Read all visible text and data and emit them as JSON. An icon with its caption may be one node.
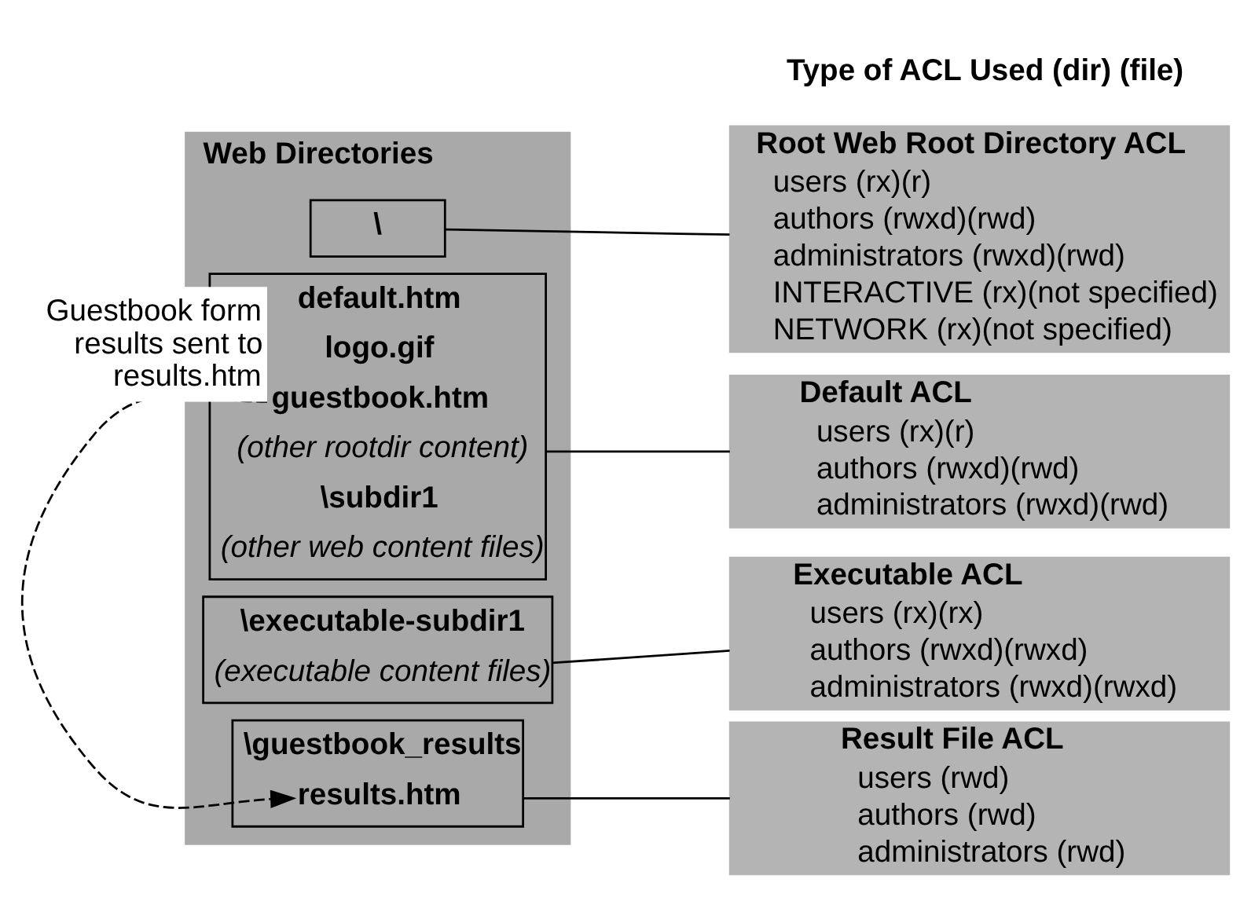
{
  "diagram": {
    "nodes": [
      {
        "text": [
          "Web Directories"
        ]
      },
      {
        "text": [],
        "shape": "bracket",
        "in": 0
      },
      {
        "text": [
          "\\"
        ],
        "in": 1
      },
      {
        "text": [],
        "shape": "bracket",
        "in": 0
      },
      {
        "text": [
          "default.htm"
        ],
        "in": 3
      },
      {
        "text": [
          "logo.gif"
        ],
        "in": 3
      },
      {
        "text": [
          "guestbook.htm"
        ],
        "in": 3
      },
      {
        "text": [
          "(other rootdir content)"
        ],
        "in": 3
      },
      {
        "text": [
          "\\subdir1"
        ],
        "in": 3
      },
      {
        "text": [
          "(other web content files)"
        ],
        "in": 3
      },
      {
        "text": [],
        "shape": "bracket",
        "in": 0
      },
      {
        "text": [
          "\\executable-subdir1"
        ],
        "in": 10
      },
      {
        "text": [
          "(executable content files)"
        ],
        "in": 10
      },
      {
        "text": [],
        "shape": "bracket",
        "in": 0
      },
      {
        "text": [
          "\\guestbook_results"
        ],
        "in": 13
      },
      {
        "text": [
          "results.htm"
        ],
        "in": 13
      },
      {
        "text": [
          "Root Web Root Directory ACL",
          "users (rx)(r)",
          "authors (rwxd)(rwd)",
          "administrators (rwxd)(rwd)",
          "INTERACTIVE (rx)(not specified)",
          "NETWORK (rx)(not specified)"
        ]
      },
      {
        "text": [
          "Default ACL",
          "users (rx)(r)",
          "authors (rwxd)(rwd)",
          "administrators (rwxd)(rwd)"
        ]
      },
      {
        "text": [
          "Executable ACL",
          "users (rx)(rx)",
          "authors (rwxd)(rwxd)",
          "administrators (rwxd)(rwxd)"
        ]
      },
      {
        "text": [
          "Result File ACL",
          "users (rwd)",
          "authors (rwd)",
          "administrators (rwd)"
        ]
      }
    ],
    "edges": [
      {
        "from": 1,
        "to": 16,
        "arrow": "none"
      },
      {
        "from": 3,
        "to": 17,
        "arrow": "none"
      },
      {
        "from": 10,
        "to": 18,
        "arrow": "none"
      },
      {
        "from": 13,
        "to": 19,
        "arrow": "none"
      },
      {
        "from": 6,
        "to": 15,
        "arrow": "to",
        "style": "dashed",
        "label": "Guestbook form results sent to results.htm"
      }
    ],
    "labels": [
      "Type of ACL Used (dir) (file)"
    ]
  }
}
